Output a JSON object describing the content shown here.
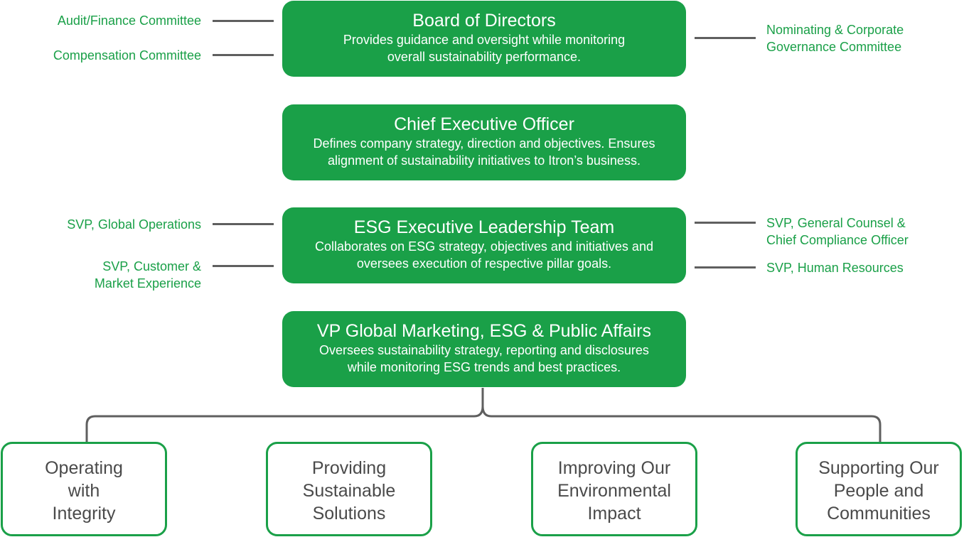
{
  "colors": {
    "box_fill": "#1aa048",
    "side_text": "#1aa048",
    "connector": "#5f5f5f",
    "pillar_text": "#4a4a4a"
  },
  "board": {
    "title": "Board of Directors",
    "desc": [
      "Provides guidance and oversight while monitoring",
      "overall sustainability performance."
    ],
    "left": [
      [
        "Audit/Finance Committee"
      ],
      [
        "Compensation Committee"
      ]
    ],
    "right": [
      [
        "Nominating & Corporate",
        "Governance Committee"
      ]
    ]
  },
  "ceo": {
    "title": "Chief Executive Officer",
    "desc": [
      "Defines company strategy, direction and objectives. Ensures",
      "alignment of sustainability initiatives to Itron’s business."
    ]
  },
  "esg_team": {
    "title": "ESG Executive Leadership Team",
    "desc": [
      "Collaborates on ESG strategy, objectives and initiatives and",
      "oversees execution of respective pillar goals."
    ],
    "left": [
      [
        "SVP, Global Operations"
      ],
      [
        "SVP, Customer &",
        "Market Experience"
      ]
    ],
    "right": [
      [
        "SVP, General Counsel &",
        "Chief Compliance Officer"
      ],
      [
        "SVP, Human Resources"
      ]
    ]
  },
  "vp": {
    "title": "VP Global Marketing, ESG & Public Affairs",
    "desc": [
      "Oversees sustainability strategy, reporting and disclosures",
      "while monitoring ESG trends and best practices."
    ]
  },
  "pillars": [
    [
      "Operating",
      "with",
      "Integrity"
    ],
    [
      "Providing",
      "Sustainable",
      "Solutions"
    ],
    [
      "Improving Our",
      "Environmental",
      "Impact"
    ],
    [
      "Supporting Our",
      "People and",
      "Communities"
    ]
  ]
}
